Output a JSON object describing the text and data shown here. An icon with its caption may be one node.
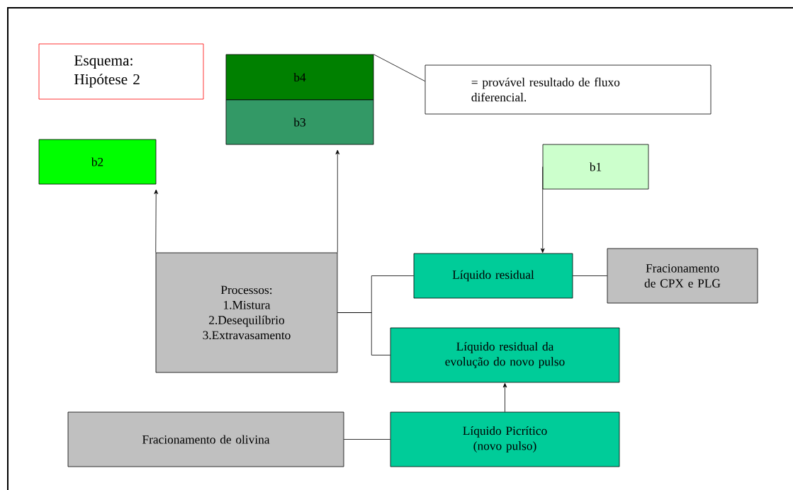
{
  "diagram": {
    "nodes": [
      {
        "text": [
          "Esquema: Hipótese 2"
        ]
      },
      {
        "text": [
          "b4"
        ]
      },
      {
        "text": [
          "b3"
        ]
      },
      {
        "text": [
          "= provável resultado de fluxo diferencial."
        ]
      },
      {
        "text": [
          "b2"
        ]
      },
      {
        "text": [
          "b1"
        ]
      },
      {
        "text": [
          "Processos:",
          "1.Mistura",
          "2.Desequilíbrio",
          "3.Extravasamento"
        ]
      },
      {
        "text": [
          "Líquido residual"
        ]
      },
      {
        "text": [
          "Fracionamento de CPX e PLG"
        ]
      },
      {
        "text": [
          "Líquido residual da evolução do novo pulso"
        ]
      },
      {
        "text": [
          "Fracionamento de olivina"
        ]
      },
      {
        "text": [
          "Líquido Picrítico (novo pulso)"
        ]
      }
    ],
    "edges": [
      {
        "from": 3,
        "to": 1,
        "arrow": "none"
      },
      {
        "from": 6,
        "to": 4,
        "arrow": "to"
      },
      {
        "from": 6,
        "to": 2,
        "arrow": "to"
      },
      {
        "from": 5,
        "to": 7,
        "arrow": "to"
      },
      {
        "from": 6,
        "to": 7,
        "arrow": "none"
      },
      {
        "from": 6,
        "to": 9,
        "arrow": "none"
      },
      {
        "from": 7,
        "to": 8,
        "arrow": "none"
      },
      {
        "from": 11,
        "to": 9,
        "arrow": "to"
      },
      {
        "from": 10,
        "to": 11,
        "arrow": "none"
      }
    ]
  }
}
